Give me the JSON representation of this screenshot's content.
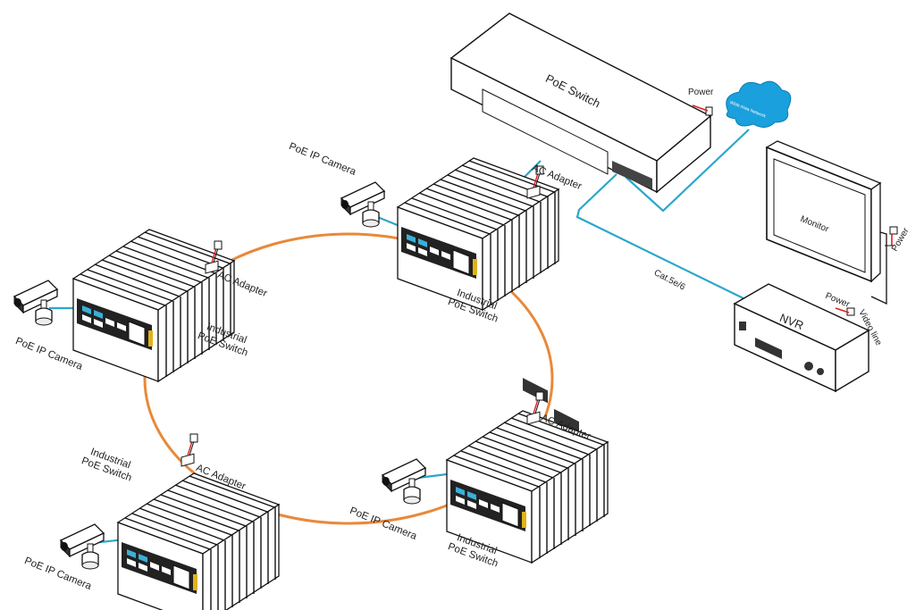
{
  "labels": {
    "poe_switch": "PoE Switch",
    "power": "Power",
    "wan": "Wide Area Network",
    "ac_adapter": "AC Adapter",
    "poe_ip_camera": "PoE IP Camera",
    "industrial_line1": "Industrial",
    "industrial_line2": "PoE Switch",
    "monitor": "Monitor",
    "nvr": "NVR",
    "cat_cable": "Cat.5e/6",
    "video_line": "Video line"
  },
  "colors": {
    "ring": "#e8893a",
    "ethernet": "#2aa7cc",
    "power_wire": "#d9241c",
    "cloud": "#1aa0dd",
    "device_outline": "#1a1a1a",
    "status_led": "#e0b21a"
  }
}
